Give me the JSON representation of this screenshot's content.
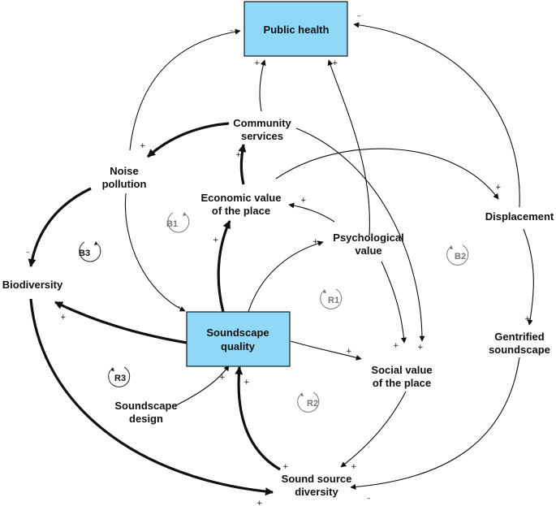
{
  "nodes": {
    "public_health": "Public health",
    "community_services": [
      "Community",
      "services"
    ],
    "noise_pollution": [
      "Noise",
      "pollution"
    ],
    "economic_value": [
      "Economic value",
      "of the place"
    ],
    "psychological_value": [
      "Psychological",
      "value"
    ],
    "displacement": "Displacement",
    "biodiversity": "Biodiversity",
    "soundscape_quality": [
      "Soundscape",
      "quality"
    ],
    "social_value": [
      "Social value",
      "of the place"
    ],
    "gentrified_soundscape": [
      "Gentrified",
      "soundscape"
    ],
    "soundscape_design": [
      "Soundscape",
      "design"
    ],
    "sound_source_diversity": [
      "Sound source",
      "diversity"
    ]
  },
  "loops": {
    "b1": "B1",
    "b2": "B2",
    "b3": "B3",
    "r1": "R1",
    "r2": "R2",
    "r3": "R3"
  },
  "signs": {
    "plus": "+",
    "minus": "–"
  },
  "colors": {
    "highlight_box": "#8fd8f8",
    "ink": "#111111",
    "loop_gray": "#777777"
  }
}
